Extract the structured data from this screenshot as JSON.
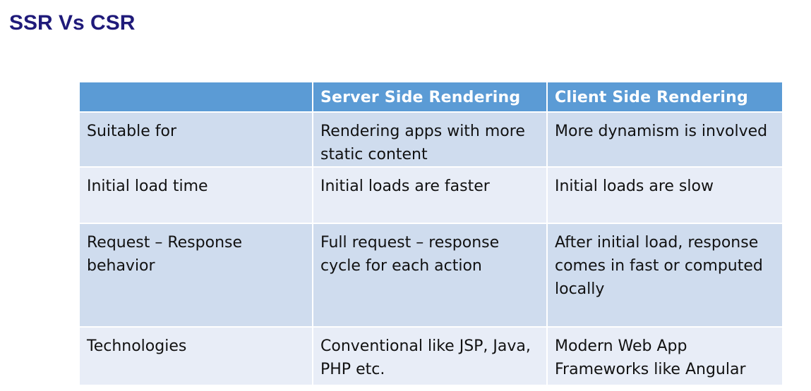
{
  "title": "SSR Vs CSR",
  "table": {
    "headers": [
      "",
      "Server Side Rendering",
      "Client Side Rendering"
    ],
    "rows": [
      [
        "Suitable for",
        "Rendering apps with more static content",
        "More dynamism is involved"
      ],
      [
        "Initial load time",
        "Initial loads are faster",
        "Initial loads are slow"
      ],
      [
        "Request – Response behavior",
        "Full request – response cycle for each action",
        "After initial load, response comes in fast or computed locally"
      ],
      [
        "Technologies",
        "Conventional like JSP, Java, PHP etc.",
        "Modern Web App Frameworks like Angular"
      ]
    ]
  },
  "colors": {
    "title": "#1f1a7a",
    "header_bg": "#5b9bd5",
    "row_dark": "#cfdcee",
    "row_light": "#e8edf7"
  }
}
